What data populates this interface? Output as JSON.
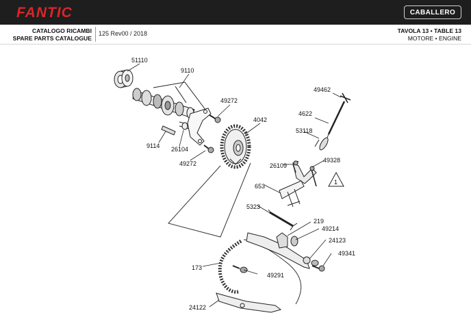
{
  "header": {
    "brand": "FANTIC",
    "model": "CABALLERO",
    "catalog_line1": "CATALOGO RICAMBI",
    "catalog_line2": "SPARE PARTS CATALOGUE",
    "revision": "125 Rev00 / 2018",
    "table_line1": "TAVOLA 13 • TABLE 13",
    "table_line2": "MOTORE • ENGINE"
  },
  "parts": {
    "p51110": "51110",
    "p9110": "9110",
    "p49272a": "49272",
    "p4042": "4042",
    "p9114": "9114",
    "p26104": "26104",
    "p49272b": "49272",
    "p49462": "49462",
    "p4622": "4622",
    "p53118": "53118",
    "p26109": "26109",
    "p49328": "49328",
    "p653": "653",
    "p5323": "5323",
    "p219": "219",
    "p49214": "49214",
    "p24123": "24123",
    "p49341": "49341",
    "p173": "173",
    "p49291": "49291",
    "p24122": "24122",
    "callout": "1"
  },
  "colors": {
    "header_bg": "#1e1e1e",
    "brand_red": "#d8262b",
    "line": "#222222"
  }
}
